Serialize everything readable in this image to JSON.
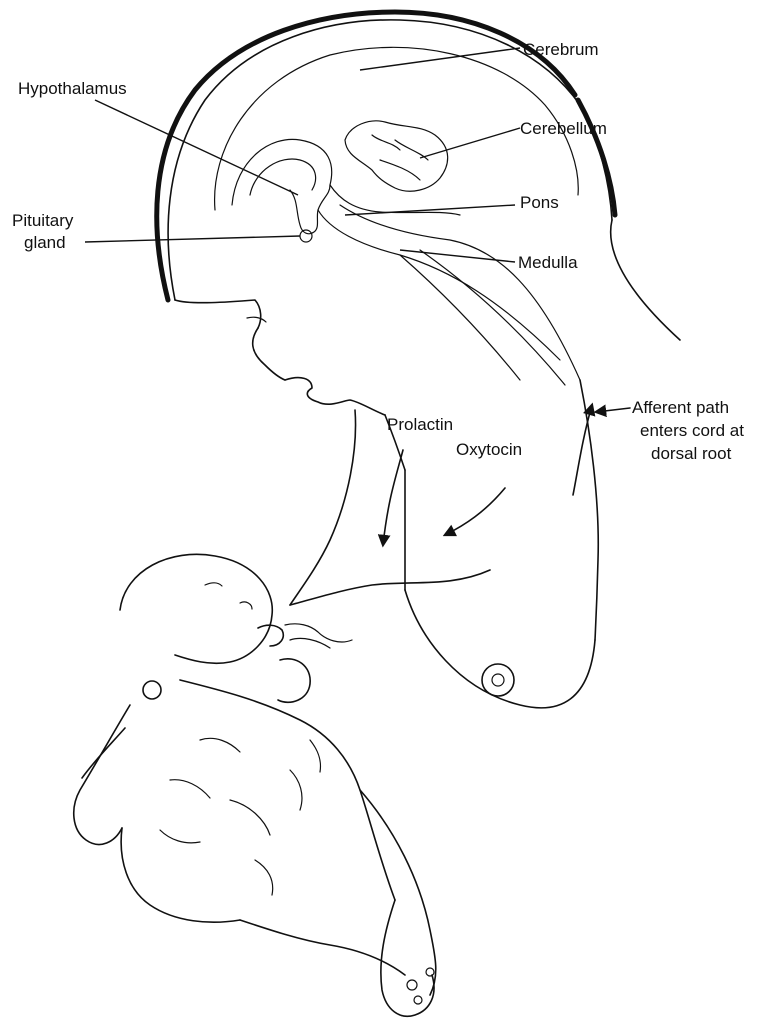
{
  "labels": {
    "cerebrum": "Cerebrum",
    "hypothalamus": "Hypothalamus",
    "cerebellum": "Cerebellum",
    "pons": "Pons",
    "pituitary_line1": "Pituitary",
    "pituitary_line2": "gland",
    "medulla": "Medulla",
    "prolactin": "Prolactin",
    "oxytocin": "Oxytocin",
    "afferent_line1": "Afferent path",
    "afferent_line2": "enters cord at",
    "afferent_line3": "dorsal root"
  }
}
